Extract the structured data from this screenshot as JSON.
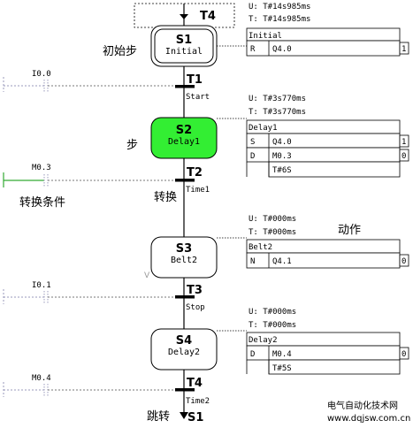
{
  "top": {
    "jump_label": "T4",
    "u_value": "U: T#14s985ms",
    "t_value": "T: T#14s985ms"
  },
  "steps": [
    {
      "id": "S1",
      "name": "Initial",
      "initial": true,
      "active": false,
      "u_value": "U: T#14s985ms",
      "t_value": "T: T#14s985ms",
      "action_title": "Initial",
      "actions": [
        {
          "qualifier": "R",
          "operand": "Q4.0",
          "extra": "",
          "state": "1"
        }
      ]
    },
    {
      "id": "S2",
      "name": "Delay1",
      "initial": false,
      "active": true,
      "u_value": "U: T#3s770ms",
      "t_value": "T: T#3s770ms",
      "action_title": "Delay1",
      "actions": [
        {
          "qualifier": "S",
          "operand": "Q4.0",
          "extra": "",
          "state": "1"
        },
        {
          "qualifier": "D",
          "operand": "M0.3",
          "extra": "T#6S",
          "state": "0"
        }
      ]
    },
    {
      "id": "S3",
      "name": "Belt2",
      "initial": false,
      "active": false,
      "u_value": "U: T#000ms",
      "t_value": "T: T#000ms",
      "action_title": "Belt2",
      "actions": [
        {
          "qualifier": "N",
          "operand": "Q4.1",
          "extra": "",
          "state": "0"
        }
      ]
    },
    {
      "id": "S4",
      "name": "Delay2",
      "initial": false,
      "active": false,
      "u_value": "U: T#000ms",
      "t_value": "T: T#000ms",
      "action_title": "Delay2",
      "actions": [
        {
          "qualifier": "D",
          "operand": "M0.4",
          "extra": "T#5S",
          "state": "0"
        }
      ]
    }
  ],
  "transitions": [
    {
      "id": "T1",
      "name": "Start",
      "condition": "I0.0"
    },
    {
      "id": "T2",
      "name": "Time1",
      "condition": "M0.3"
    },
    {
      "id": "T3",
      "name": "Stop",
      "condition": "I0.1"
    },
    {
      "id": "T4",
      "name": "Time2",
      "condition": "M0.4"
    }
  ],
  "jump_target": "S1",
  "annotations": {
    "initial_step": "初始步",
    "step": "步",
    "transition_condition": "转换条件",
    "transition": "转换",
    "action": "动作",
    "jump": "跳转",
    "step_v_mark": "V"
  },
  "watermark": {
    "line1": "电气自动化技术网",
    "line2": "www.dqjsw.com.cn"
  },
  "colors": {
    "active_step": "#33ee33",
    "condition_active": "#33aa33",
    "condition_inactive": "#9999bb",
    "line": "#000000"
  }
}
